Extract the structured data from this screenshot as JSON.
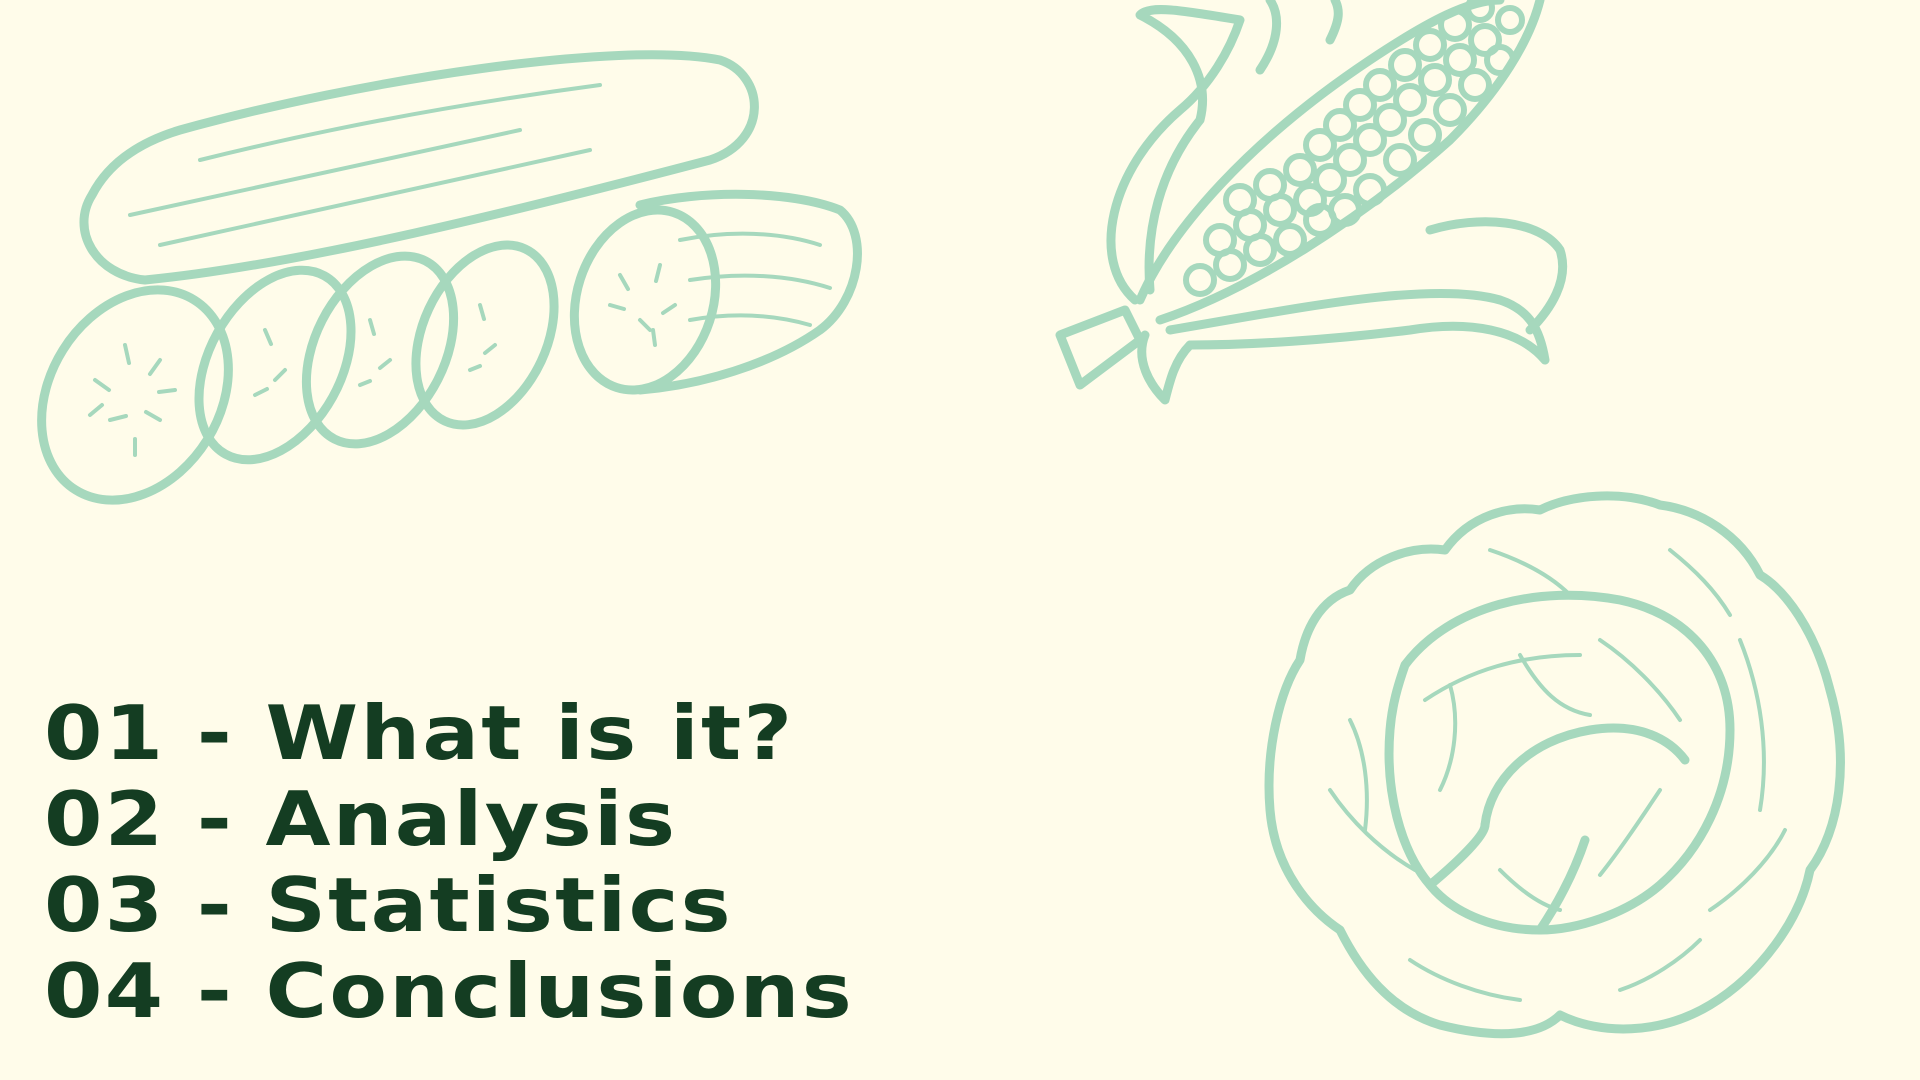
{
  "slide": {
    "background_color": "#fffcea",
    "illustration_color": "#a6d8bd",
    "text_color": "#143d22",
    "agenda": [
      {
        "text": "01 - What is it?"
      },
      {
        "text": "02 - Analysis"
      },
      {
        "text": "03 - Statistics"
      },
      {
        "text": "04 - Conclusions"
      }
    ],
    "illustrations": [
      {
        "icon": "cucumber-slices-icon"
      },
      {
        "icon": "corn-cob-icon"
      },
      {
        "icon": "cabbage-icon"
      }
    ]
  }
}
